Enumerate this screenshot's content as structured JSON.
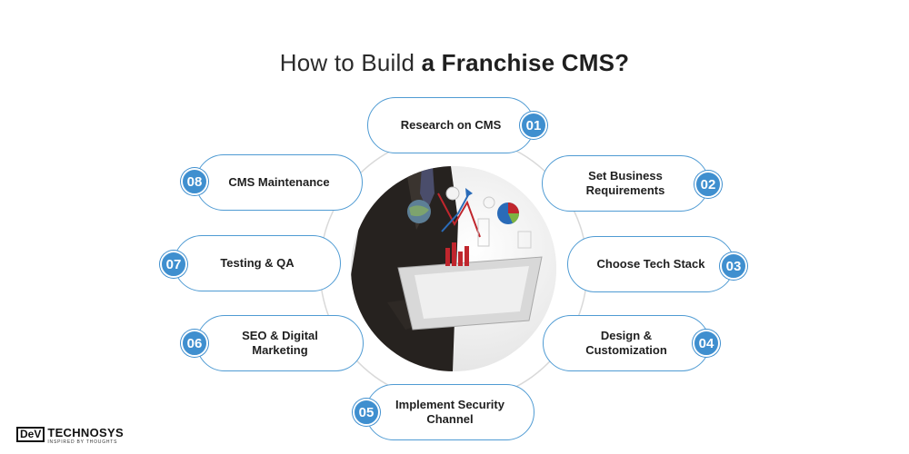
{
  "title": {
    "normal": "How to Build ",
    "bold": "a Franchise CMS?"
  },
  "steps": [
    {
      "number": "01",
      "label": "Research on CMS"
    },
    {
      "number": "02",
      "label": "Set Business\nRequirements"
    },
    {
      "number": "03",
      "label": "Choose Tech Stack"
    },
    {
      "number": "04",
      "label": "Design & Customization"
    },
    {
      "number": "05",
      "label": "Implement Security\nChannel"
    },
    {
      "number": "06",
      "label": "SEO & Digital\nMarketing"
    },
    {
      "number": "07",
      "label": "Testing & QA"
    },
    {
      "number": "08",
      "label": "CMS Maintenance"
    }
  ],
  "logo": {
    "box": "DeV",
    "main": "TECHNOSYS",
    "tagline": "INSPIRED BY THOUGHTS"
  },
  "colors": {
    "accent": "#3f8fcf",
    "border": "#4f9bd3",
    "ring": "#d9d9d9"
  }
}
